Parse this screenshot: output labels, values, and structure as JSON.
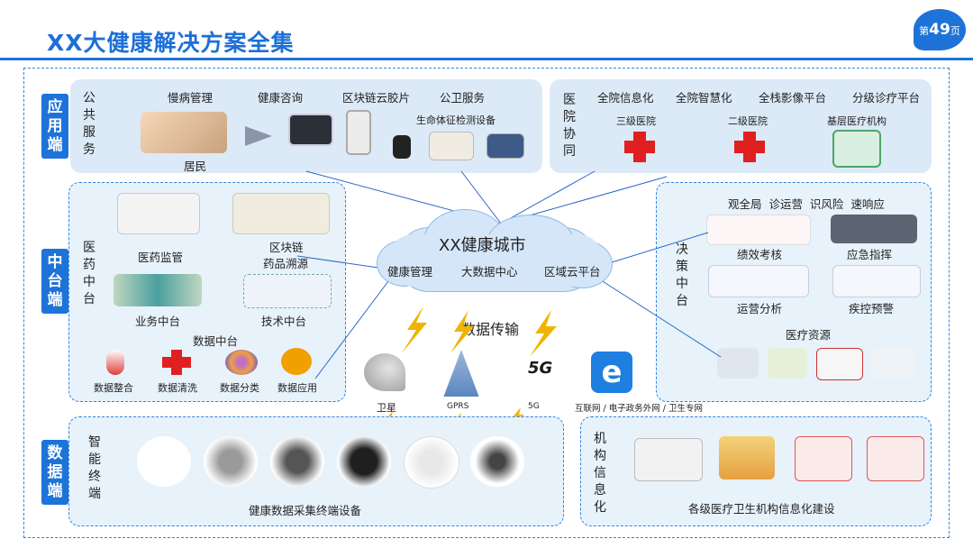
{
  "header": {
    "title": "XX大健康解决方案全集",
    "page_prefix": "第",
    "page_number": "49",
    "page_suffix": "页"
  },
  "tiers": {
    "app": "应\n用\n端",
    "middle": "中\n台\n端",
    "data": "数\n据\n端"
  },
  "public_service": {
    "label": "公\n共\n服\n务",
    "items": [
      "慢病管理",
      "健康咨询",
      "区块链云胶片",
      "公卫服务"
    ],
    "device_caption": "生命体征检测设备",
    "resident": "居民"
  },
  "hospital": {
    "label": "医\n院\n协\n同",
    "items": [
      "全院信息化",
      "全院智慧化",
      "全栈影像平台",
      "分级诊疗平台"
    ],
    "levels": [
      "三级医院",
      "二级医院",
      "基层医疗机构"
    ]
  },
  "medical_center": {
    "label": "医\n药\n中\n台",
    "supervision": "医药监管",
    "blockchain_line1": "区块链",
    "blockchain_line2": "药品溯源",
    "business": "业务中台",
    "tech": "技术中台",
    "data_center": "数据中台",
    "data_items": [
      "数据整合",
      "数据清洗",
      "数据分类",
      "数据应用"
    ]
  },
  "cloud": {
    "title": "XX健康城市",
    "items": [
      "健康管理",
      "大数据中心",
      "区域云平台"
    ]
  },
  "transmission": {
    "title": "数据传输",
    "channels": [
      "卫星",
      "GPRS",
      "5G",
      "互联网 / 电子政务外网 / 卫生专网"
    ],
    "badge_5g": "5G"
  },
  "decision": {
    "label": "决\n策\n中\n台",
    "headline": "观全局  诊运营  识风险  速响应",
    "items": [
      "绩效考核",
      "应急指挥",
      "运营分析",
      "疾控预警"
    ],
    "resources": "医疗资源"
  },
  "terminals": {
    "label": "智\n能\n终\n端",
    "caption": "健康数据采集终端设备"
  },
  "institutions": {
    "label": "机\n构\n信\n息\n化",
    "caption": "各级医疗卫生机构信息化建设"
  },
  "colors": {
    "accent": "#1e73d8",
    "panel": "#e8f2fb",
    "red_cross": "#e02020",
    "bolt": "#f0b400"
  }
}
